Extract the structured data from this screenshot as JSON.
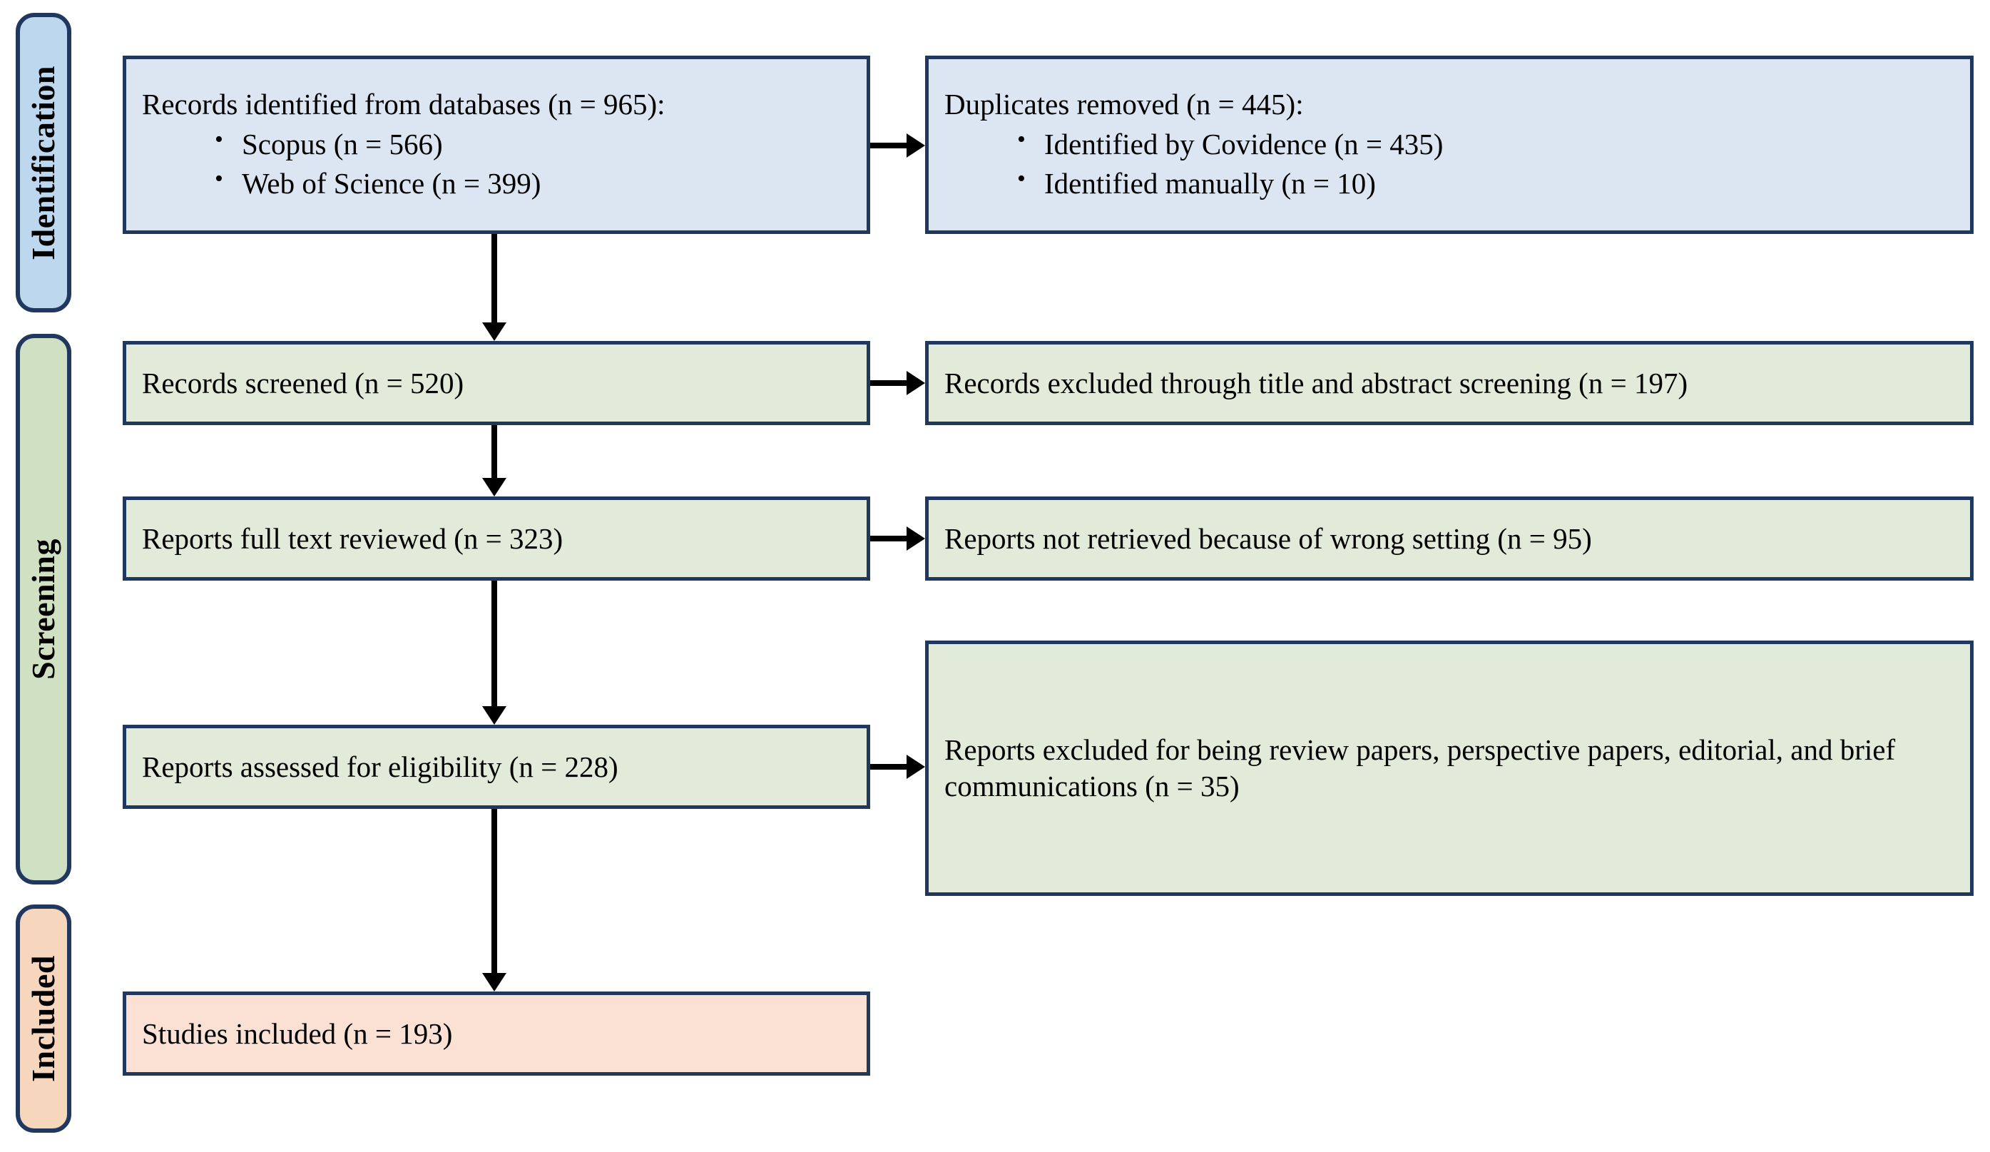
{
  "diagram": {
    "type": "prisma-flow-diagram",
    "colors": {
      "border": "#20385e",
      "identification_fill": "#bdd7ee",
      "identification_box_fill": "#dce6f2",
      "screening_fill": "#cfe1c2",
      "screening_box_fill": "#e2ebd9",
      "included_fill": "#f7d6be",
      "included_box_fill": "#fae1d3",
      "arrow": "#000000"
    }
  },
  "phases": [
    {
      "id": "identification",
      "label": "Identification"
    },
    {
      "id": "screening",
      "label": "Screening"
    },
    {
      "id": "included",
      "label": "Included"
    }
  ],
  "boxes": {
    "records_identified": {
      "title": "Records identified from databases (n = 965):",
      "bullets": [
        "Scopus (n = 566)",
        "Web of Science (n = 399)"
      ],
      "n": 965
    },
    "duplicates_removed": {
      "title": "Duplicates removed (n = 445):",
      "bullets": [
        "Identified by Covidence (n = 435)",
        "Identified manually (n = 10)"
      ],
      "n": 445
    },
    "records_screened": {
      "title": "Records screened (n = 520)",
      "n": 520
    },
    "records_excluded": {
      "title": "Records excluded through title and abstract screening (n = 197)",
      "n": 197
    },
    "reports_full_text": {
      "title": "Reports full text reviewed (n = 323)",
      "n": 323
    },
    "reports_not_retrieved": {
      "title": "Reports not retrieved because of wrong setting (n = 95)",
      "n": 95
    },
    "reports_assessed": {
      "title": "Reports assessed for eligibility (n = 228)",
      "n": 228
    },
    "reports_excluded_type": {
      "title": "Reports excluded for being review papers, perspective papers, editorial, and brief communications (n = 35)",
      "n": 35
    },
    "studies_included": {
      "title": "Studies included (n = 193)",
      "n": 193
    }
  }
}
